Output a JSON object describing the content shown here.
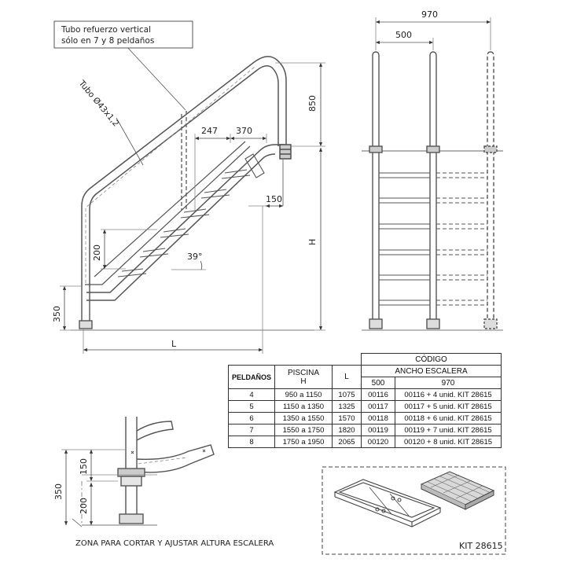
{
  "labels": {
    "reinforcement_line1": "Tubo refuerzo vertical",
    "reinforcement_line2": "sólo en 7 y 8 peldaños",
    "tube": "Tubo Ø43x1,2",
    "cut_zone": "ZONA PARA CORTAR Y AJUSTAR ALTURA ESCALERA",
    "kit": "KIT 28615"
  },
  "dimensions": {
    "width_total": "970",
    "width_narrow": "500",
    "rail_height": "850",
    "step_depth": "247",
    "step_spacing": "370",
    "offset": "150",
    "riser": "200",
    "angle": "39°",
    "base_height": "350",
    "height_var": "H",
    "length_var": "L",
    "detail_150": "150",
    "detail_350": "350",
    "detail_200": "200"
  },
  "table": {
    "header_codigo": "CÓDIGO",
    "header_ancho": "ANCHO ESCALERA",
    "header_peldanos": "PELDAÑOS",
    "header_piscina": "PISCINA",
    "header_h": "H",
    "header_l": "L",
    "header_500": "500",
    "header_970": "970",
    "rows": [
      {
        "peldanos": "4",
        "h": "950 a 1150",
        "l": "1075",
        "c500": "00116",
        "c970": "00116 + 4 unid. KIT 28615"
      },
      {
        "peldanos": "5",
        "h": "1150 a 1350",
        "l": "1325",
        "c500": "00117",
        "c970": "00117 + 5 unid. KIT 28615"
      },
      {
        "peldanos": "6",
        "h": "1350 a 1550",
        "l": "1570",
        "c500": "00118",
        "c970": "00118 + 6 unid. KIT 28615"
      },
      {
        "peldanos": "7",
        "h": "1550 a 1750",
        "l": "1820",
        "c500": "00119",
        "c970": "00119 + 7 unid. KIT 28615"
      },
      {
        "peldanos": "8",
        "h": "1750 a 1950",
        "l": "2065",
        "c500": "00120",
        "c970": "00120 + 8 unid. KIT 28615"
      }
    ]
  }
}
